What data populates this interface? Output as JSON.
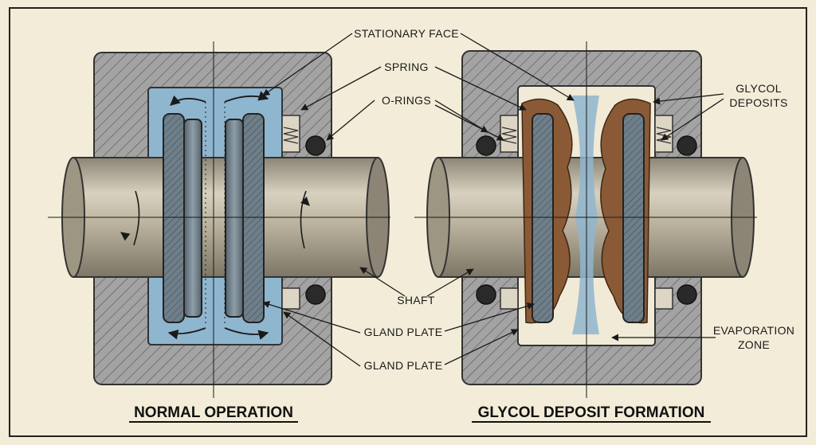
{
  "titles": {
    "left": "NORMAL OPERATION",
    "right": "GLYCOL DEPOSIT FORMATION"
  },
  "labels": {
    "stationary_face": "STATIONARY FACE",
    "spring": "SPRING",
    "o_rings": "O-RINGS",
    "shaft": "SHAFT",
    "gland_plate_1": "GLAND PLATE",
    "gland_plate_2": "GLAND PLATE",
    "glycol_line1": "GLYCOL",
    "glycol_line2": "DEPOSITS",
    "evap_line1": "EVAPORATION",
    "evap_line2": "ZONE"
  },
  "colors": {
    "paper": "#f3ecd8",
    "housing": "#9a9a9a",
    "coolant": "#8fb6cf",
    "shaft": "#b9b2a0",
    "seal_face": "#6f7f8a",
    "deposit": "#8a5a36",
    "ink": "#1a1a1a"
  }
}
